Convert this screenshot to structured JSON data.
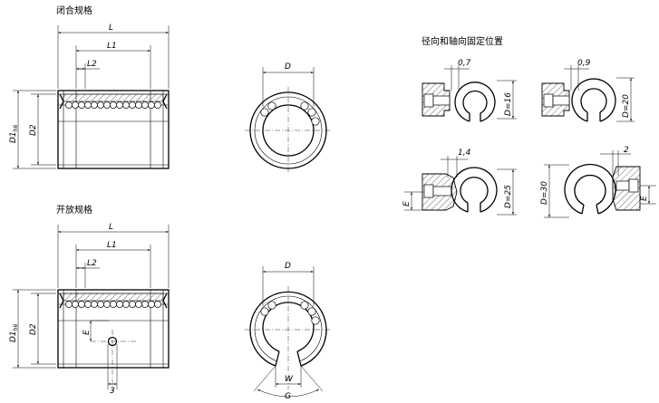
{
  "titles": {
    "closed": "闭合规格",
    "open": "开放规格",
    "fixing": "径向和轴向固定位置"
  },
  "dims": {
    "L": "L",
    "L1": "L1",
    "L2": "L2",
    "D1": "D1",
    "D1_sub": "h6",
    "D2": "D2",
    "D": "D",
    "E": "E",
    "W": "W",
    "G": "G",
    "three": "3"
  },
  "fixing": {
    "f1_gap": "0,7",
    "f1_d": "D=16",
    "f2_gap": "0,9",
    "f2_d": "D=20",
    "f3_gap": "1,4",
    "f3_d": "D=25",
    "f3_e": "E",
    "f4_gap": "2",
    "f4_d": "D=30",
    "f4_e": "E"
  }
}
